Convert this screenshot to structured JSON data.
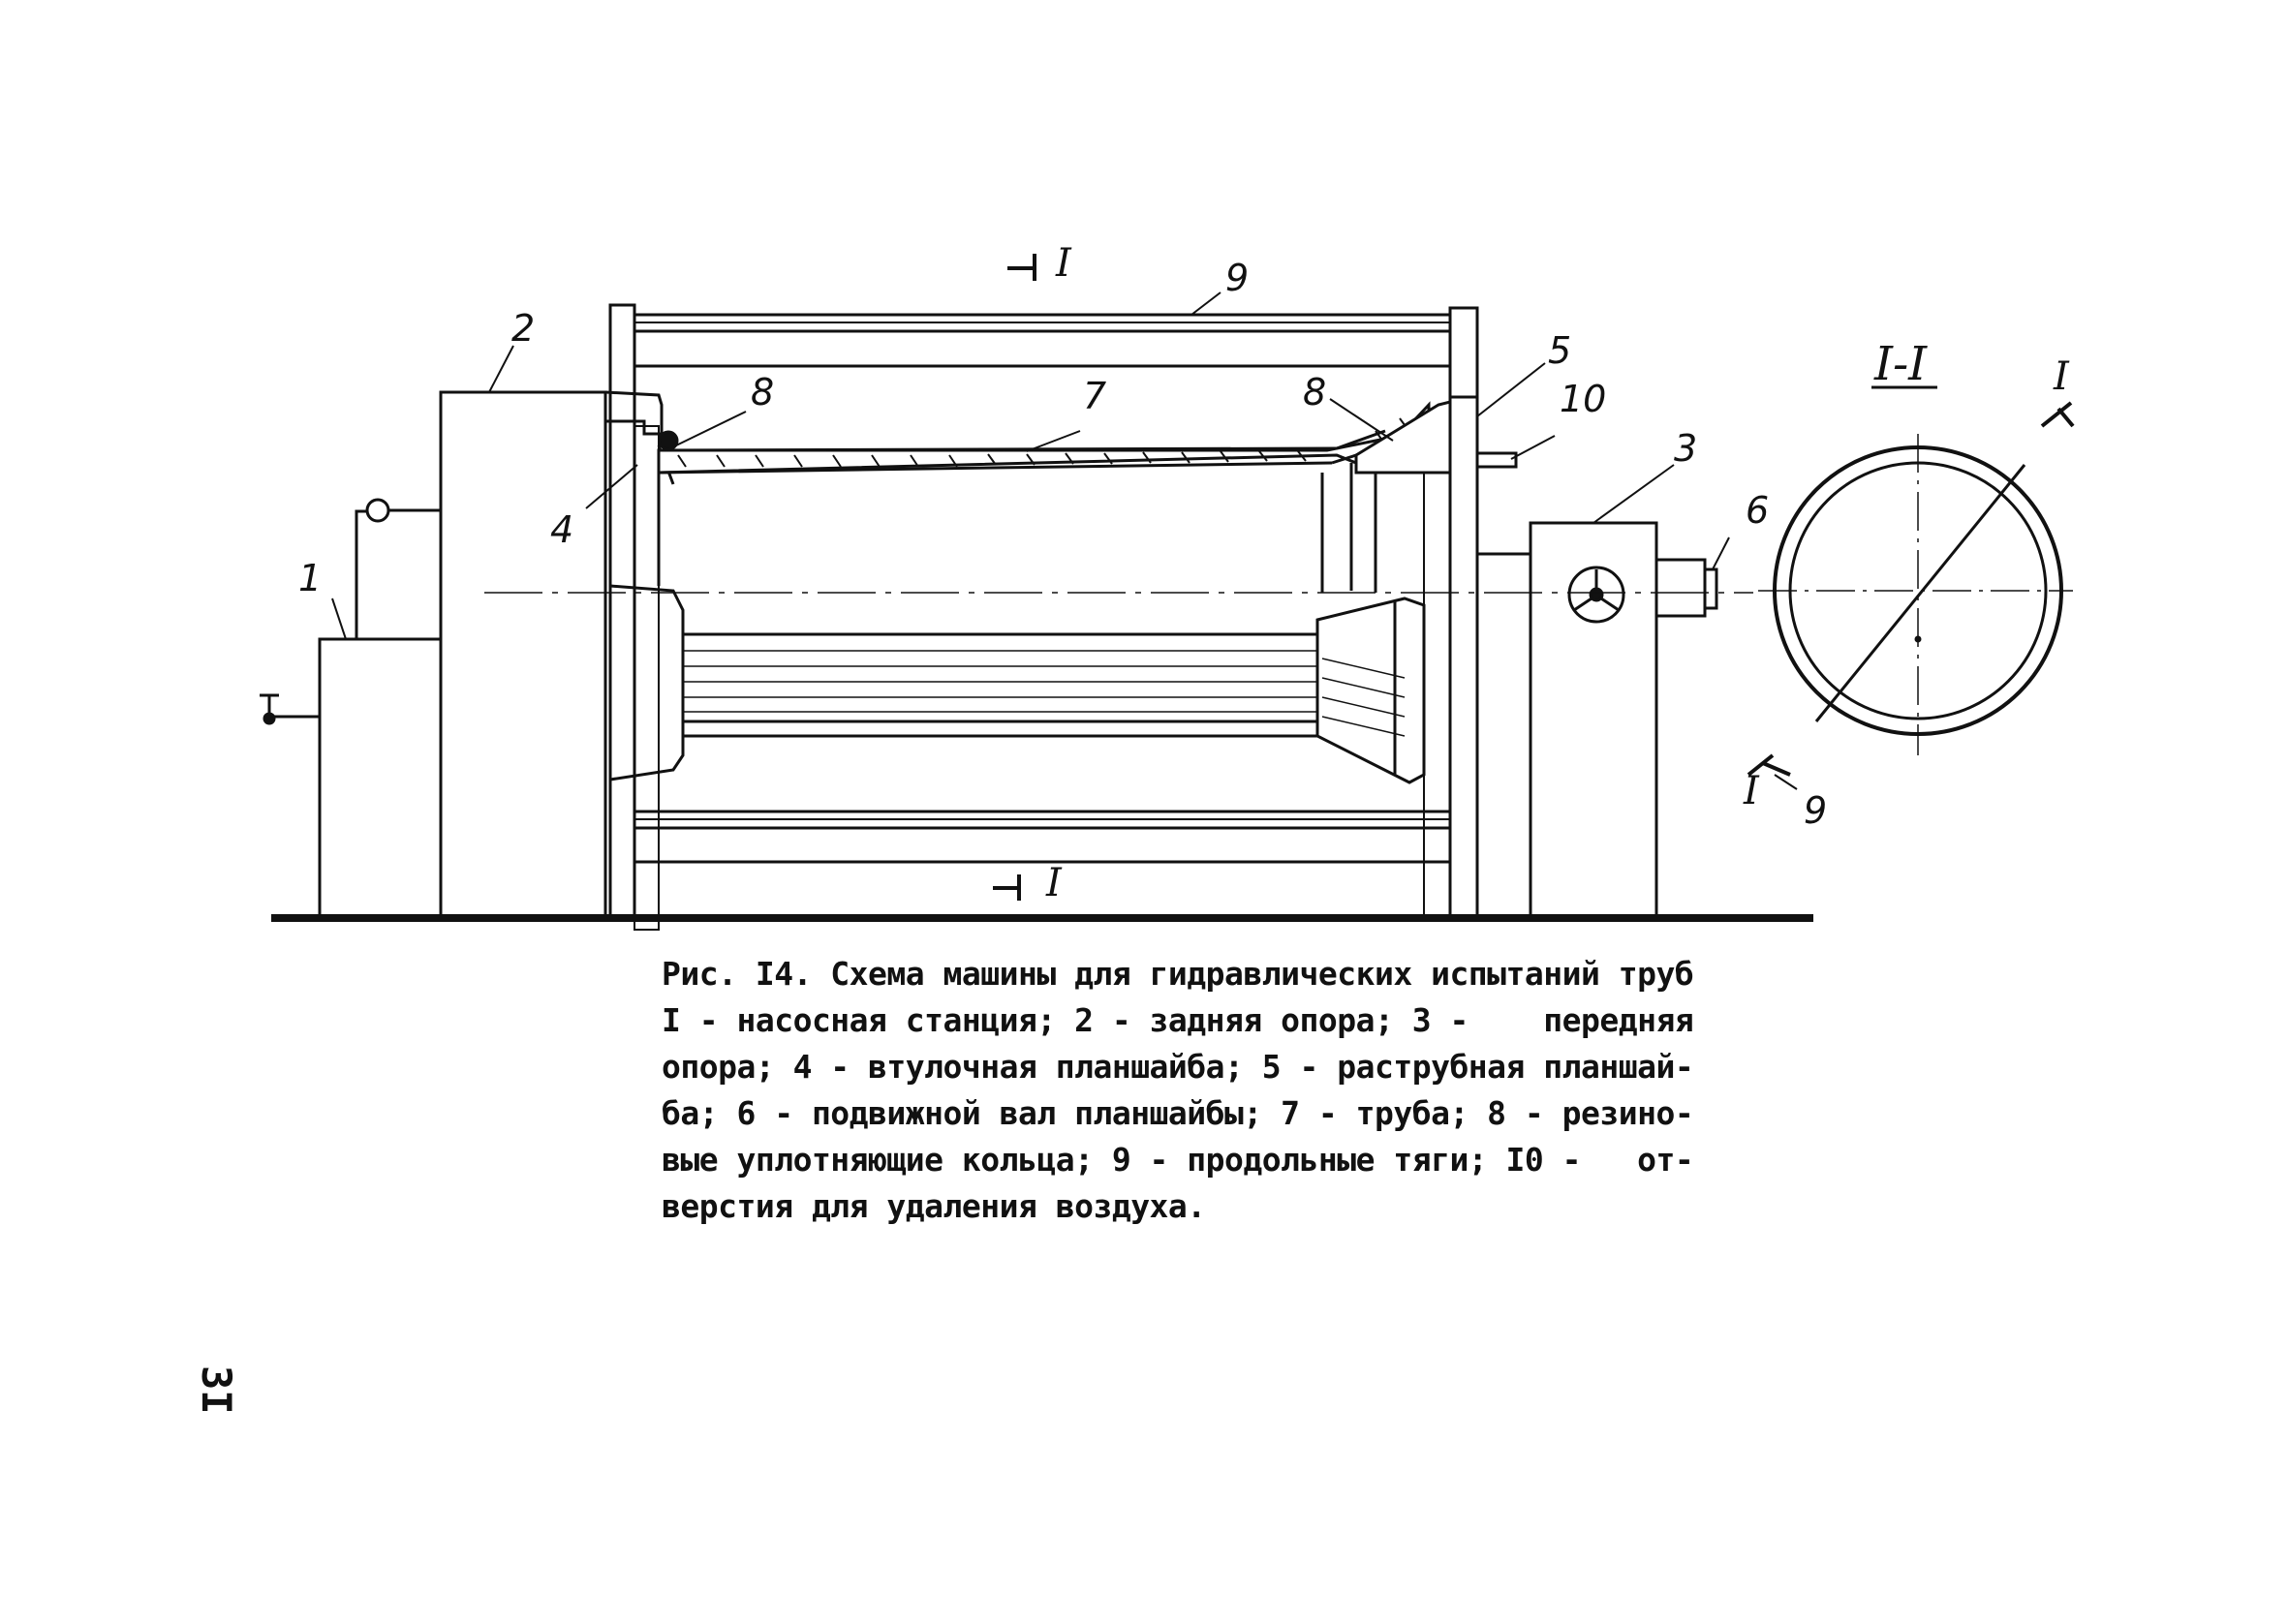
{
  "figure": {
    "callouts": {
      "c1": "1",
      "c2": "2",
      "c3": "3",
      "c4": "4",
      "c5": "5",
      "c6": "6",
      "c7": "7",
      "c8a": "8",
      "c8b": "8",
      "c9a": "9",
      "c9b": "9",
      "c10": "10"
    },
    "section_marks": {
      "top": "I",
      "bottom": "I",
      "view_top": "I",
      "view_bottom": "I"
    },
    "section_title": "I-I"
  },
  "caption": {
    "lines": [
      "Рис. I4. Схема машины для гидравлических испытаний труб",
      "I - насосная станция; 2 - задняя опора; 3 -    передняя",
      "опора; 4 - втулочная планшайба; 5 - раструбная планшай-",
      "ба; 6 - подвижной вал планшайбы; 7 - труба; 8 - резино-",
      "вые уплотняющие кольца; 9 - продольные тяги; I0 -   от-",
      "верстия для удаления воздуха."
    ]
  },
  "page_number": "3I"
}
